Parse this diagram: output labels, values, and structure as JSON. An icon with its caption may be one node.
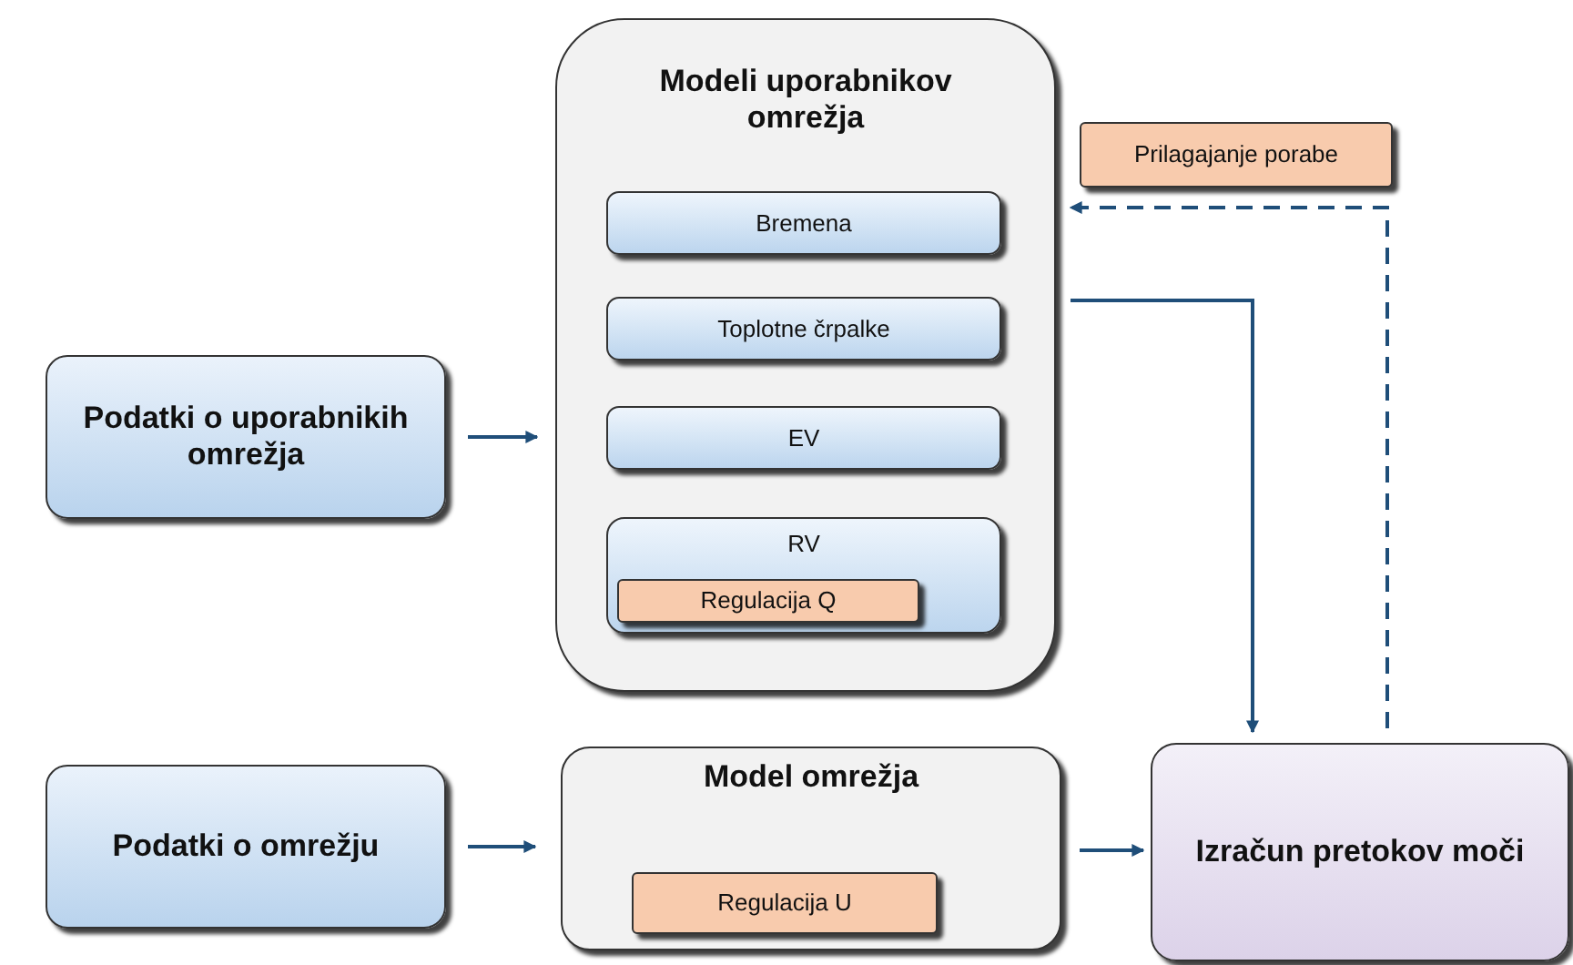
{
  "diagram": {
    "nodes": [
      {
        "text": [
          "Podatki o uporabnikih omrežja"
        ]
      },
      {
        "text": [
          "Modeli uporabnikov omrežja"
        ]
      },
      {
        "text": [
          "Bremena"
        ],
        "in": 1
      },
      {
        "text": [
          "Toplotne črpalke"
        ],
        "in": 1
      },
      {
        "text": [
          "EV"
        ],
        "in": 1
      },
      {
        "text": [
          "RV"
        ],
        "in": 1
      },
      {
        "text": [
          "Regulacija Q"
        ],
        "in": 5
      },
      {
        "text": [
          "Prilagajanje porabe"
        ]
      },
      {
        "text": [
          "Podatki o omrežju"
        ]
      },
      {
        "text": [
          "Model omrežja"
        ]
      },
      {
        "text": [
          "Regulacija U"
        ],
        "in": 9
      },
      {
        "text": [
          "Izračun pretokov moči"
        ]
      }
    ],
    "edges": [
      {
        "from": 0,
        "to": 1,
        "arrow": "to"
      },
      {
        "from": 8,
        "to": 9,
        "arrow": "to"
      },
      {
        "from": 9,
        "to": 11,
        "arrow": "to"
      },
      {
        "from": 1,
        "to": 11,
        "arrow": "to"
      },
      {
        "from": 11,
        "to": 1,
        "arrow": "to",
        "style": "dashed"
      }
    ]
  }
}
